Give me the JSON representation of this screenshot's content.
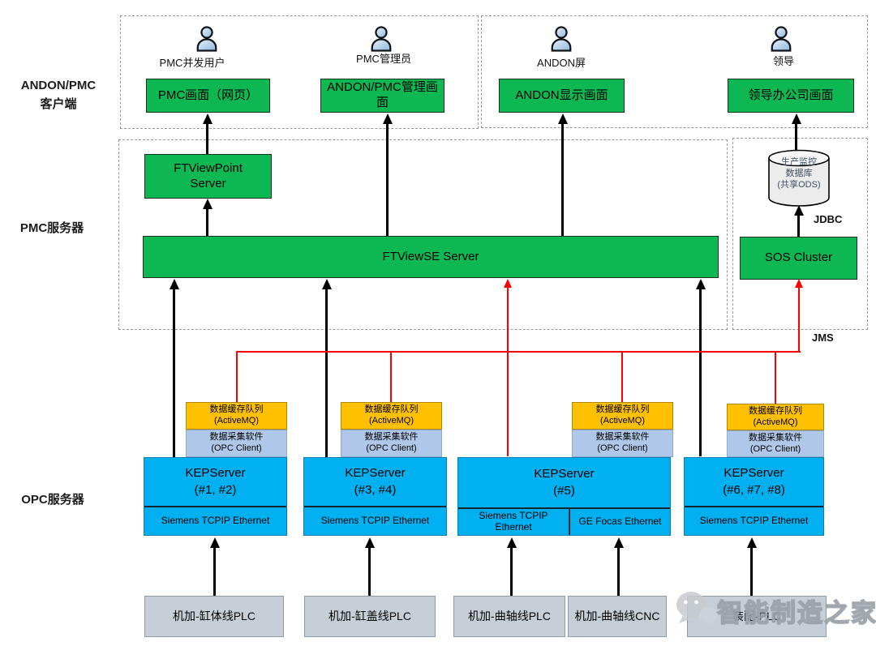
{
  "layer_labels": {
    "client_line1": "ANDON/PMC",
    "client_line2": "客户端",
    "pmc": "PMC服务器",
    "opc": "OPC服务器"
  },
  "clients": [
    {
      "user": "PMC并发用户",
      "screen": "PMC画面（网页）"
    },
    {
      "user": "PMC管理员",
      "screen": "ANDON/PMC管理画面"
    },
    {
      "user": "ANDON屏",
      "screen": "ANDON显示画面"
    },
    {
      "user": "领导",
      "screen": "领导办公司画面"
    }
  ],
  "pmc_layer": {
    "ftviewpoint": "FTViewPoint Server",
    "ftviewse": "FTViewSE Server",
    "sos_cluster": "SOS Cluster",
    "database_line1": "生产监控",
    "database_line2": "数据库",
    "database_line3": "(共享ODS)",
    "jdbc": "JDBC",
    "jms": "JMS"
  },
  "opc_layer": {
    "stacks": [
      {
        "queue": "数据缓存队列",
        "queue_sub": "(ActiveMQ)",
        "client": "数据采集软件",
        "client_sub": "(OPC Client)",
        "server": "KEPServer",
        "units": "(#1, #2)",
        "drivers": [
          "Siemens TCPIP Ethernet"
        ]
      },
      {
        "queue": "数据缓存队列",
        "queue_sub": "(ActiveMQ)",
        "client": "数据采集软件",
        "client_sub": "(OPC Client)",
        "server": "KEPServer",
        "units": "(#3, #4)",
        "drivers": [
          "Siemens TCPIP Ethernet"
        ]
      },
      {
        "queue": "数据缓存队列",
        "queue_sub": "(ActiveMQ)",
        "client": "数据采集软件",
        "client_sub": "(OPC Client)",
        "server": "KEPServer",
        "units": "(#5)",
        "drivers": [
          "Siemens TCPIP Ethernet",
          "GE Focas Ethernet"
        ]
      },
      {
        "queue": "数据缓存队列",
        "queue_sub": "(ActiveMQ)",
        "client": "数据采集软件",
        "client_sub": "(OPC Client)",
        "server": "KEPServer",
        "units": "(#6, #7, #8)",
        "drivers": [
          "Siemens TCPIP Ethernet"
        ]
      }
    ]
  },
  "plcs": [
    {
      "label": "机加-缸体线PLC"
    },
    {
      "label": "机加-缸盖线PLC"
    },
    {
      "label": "机加-曲轴线PLC"
    },
    {
      "label": "机加-曲轴线CNC"
    },
    {
      "label": "装配-PLC"
    }
  ],
  "watermark": {
    "text": "智能制造之家"
  },
  "colors": {
    "green": "#0db853",
    "cyan": "#00b0f0",
    "yellow": "#ffc000",
    "opc_client_blue": "#afc7e8",
    "plc_gray": "#c6ced7",
    "red_link": "#ff0000",
    "black_link": "#000000"
  }
}
